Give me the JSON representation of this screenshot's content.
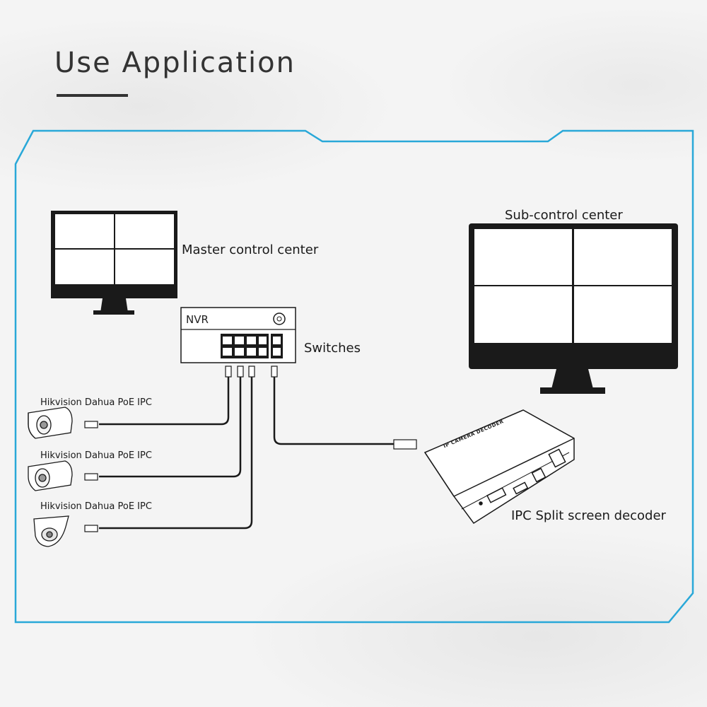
{
  "header": {
    "title": "Use Application"
  },
  "diagram": {
    "master_label": "Master control center",
    "sub_label": "Sub-control center",
    "switch_label": "Switches",
    "nvr_label": "NVR",
    "decoder_label": "IPC Split screen decoder",
    "decoder_body_text": "IP CAMERA DECODER",
    "cameras": [
      {
        "label": "Hikvision Dahua PoE IPC"
      },
      {
        "label": "Hikvision Dahua PoE IPC"
      },
      {
        "label": "Hikvision Dahua PoE IPC"
      }
    ]
  },
  "colors": {
    "frame": "#29a8d8",
    "ink": "#1a1a1a",
    "background": "#f4f4f4"
  }
}
